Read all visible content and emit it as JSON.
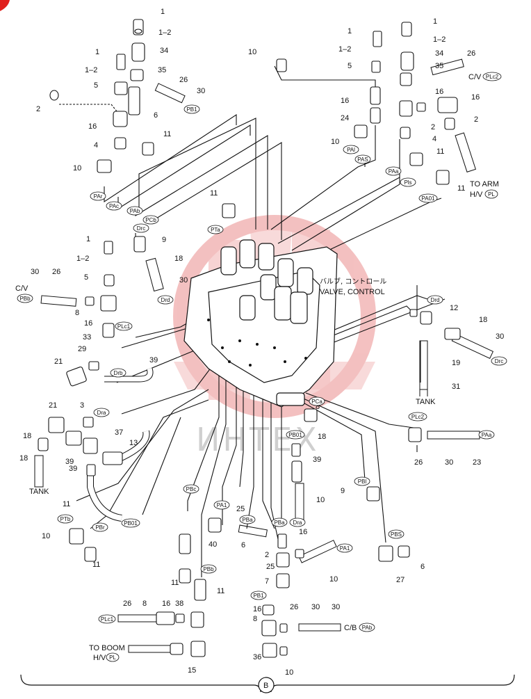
{
  "colors": {
    "line": "#111111",
    "watermark_red": "#f2b6b6",
    "watermark_grey": "#cfcfcf",
    "corner_mark": "#e0201c"
  },
  "callouts": {
    "n1": "1",
    "n2": "1–2",
    "n3": "34",
    "n4": "1",
    "n5": "1–2",
    "n6": "35",
    "n7": "5",
    "n8": "26",
    "n9": "30",
    "n10": "2",
    "n11": "6",
    "n12": "16",
    "n13": "11",
    "n14": "4",
    "n15": "10",
    "n16": "1",
    "n17": "1–2",
    "n18": "34",
    "n19": "10",
    "n20": "1",
    "n21": "26",
    "n22": "1–2",
    "n23": "35",
    "n24": "5",
    "n25": "16",
    "n26": "16",
    "n27": "16",
    "n28": "2",
    "n29": "2",
    "n30": "24",
    "n31": "10",
    "n32": "4",
    "n33": "11",
    "n34": "11",
    "n35": "11",
    "n36": "1",
    "n37": "9",
    "n38": "1–2",
    "n39": "18",
    "n40": "5",
    "n41": "30",
    "n42": "26",
    "n43": "30",
    "n44": "8",
    "n45": "16",
    "n46": "33",
    "n47": "12",
    "n48": "18",
    "n49": "30",
    "n50": "19",
    "n51": "31",
    "n52": "29",
    "n53": "21",
    "n54": "39",
    "n55": "21",
    "n56": "3",
    "n57": "37",
    "n58": "18",
    "n59": "13",
    "n60": "39",
    "n61": "18",
    "n62": "39",
    "n63": "11",
    "n64": "8",
    "n65": "18",
    "n66": "39",
    "n67": "10",
    "n68": "9",
    "n69": "26",
    "n70": "30",
    "n71": "23",
    "n72": "10",
    "n73": "11",
    "n74": "25",
    "n75": "6",
    "n76": "40",
    "n77": "2",
    "n78": "16",
    "n79": "25",
    "n80": "10",
    "n81": "27",
    "n82": "6",
    "n83": "11",
    "n84": "7",
    "n85": "16",
    "n86": "8",
    "n87": "26",
    "n88": "30",
    "n89": "30",
    "n90": "26",
    "n91": "8",
    "n92": "16",
    "n93": "38",
    "n94": "15",
    "n95": "36",
    "n96": "10",
    "n97": "11"
  },
  "port_labels": {
    "p1": "PB1",
    "p2": "PAr",
    "p3": "PAc",
    "p4": "PAb",
    "p5": "PCb",
    "p6": "PAl",
    "p7": "PAS",
    "p8": "PAa",
    "p9": "Pls",
    "p10": "PA01",
    "p11": "PLc2",
    "p12": "PL",
    "p13": "PTa",
    "p14": "Drc",
    "p15": "Drd",
    "p16": "PBb",
    "p17": "PLc1",
    "p18": "Drd",
    "p19": "Drc",
    "p20": "Drb",
    "p21": "Dra",
    "p22": "PCa",
    "p23": "PLc2",
    "p24": "PAa",
    "p25": "PB01",
    "p26": "PBc",
    "p27": "PA1",
    "p28": "PBa",
    "p29": "PBl",
    "p30": "PBa",
    "p31": "Dra",
    "p32": "PTb",
    "p33": "PBr",
    "p34": "PB01",
    "p35": "PA1",
    "p36": "PBS",
    "p37": "PBb",
    "p38": "PB1",
    "p39": "PLc1",
    "p40": "PAb",
    "p41": "PL"
  },
  "annotations": {
    "cv_right": "C/V",
    "to_arm_1": "TO ARM",
    "to_arm_2": "H/V",
    "cv_left": "C/V",
    "valve_jp": "バルブ, コントロール",
    "valve_en": "VALVE, CONTROL",
    "tank_right": "TANK",
    "tank_left": "TANK",
    "cb": "C/B",
    "to_boom_1": "TO BOOM",
    "to_boom_2": "H/V",
    "bottom_marker": "B"
  },
  "watermark_text": "ИНТЕХ"
}
